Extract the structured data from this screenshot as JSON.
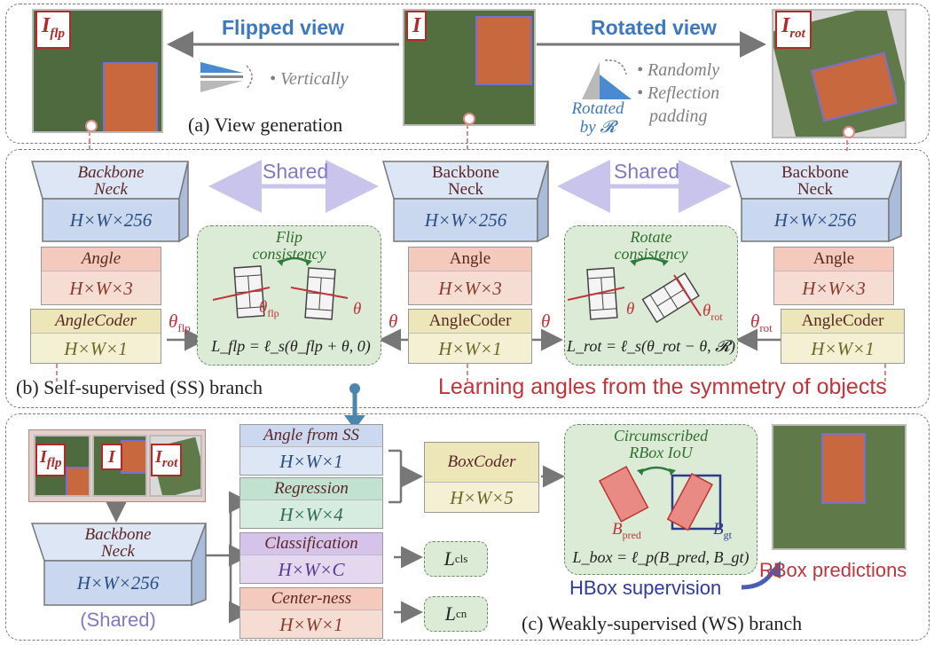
{
  "view_generation": {
    "flipped_label": "Flipped view",
    "rotated_label": "Rotated view",
    "flip_note": "• Vertically",
    "rotate_note_1": "• Randomly",
    "rotate_note_2": "• Reflection",
    "rotate_note_3": "padding",
    "rotated_by_1": "Rotated",
    "rotated_by_2": "by 𝓡",
    "caption": "(a) View generation",
    "tag_flp": "I",
    "tag_flp_sub": "flp",
    "tag_i": "I",
    "tag_rot": "I",
    "tag_rot_sub": "rot"
  },
  "ss_branch": {
    "shared_1": "Shared",
    "shared_2": "Shared",
    "backbone_left": "Backbone\nNeck",
    "backbone_mid": "Backbone\nNeck",
    "backbone_right": "Backbone\nNeck",
    "dim_256": "H×W×256",
    "angle_label": "Angle",
    "dim_3": "H×W×3",
    "anglecoder_label": "AngleCoder",
    "dim_1": "H×W×1",
    "theta_flp": "θ",
    "theta_flp_sub": "flp",
    "theta": "θ",
    "theta_rot_sub": "rot",
    "flip_title": "Flip\nconsistency",
    "rotate_title": "Rotate\nconsistency",
    "loss_flp": "L_flp = ℓ_s(θ_flp + θ, 0)",
    "loss_rot": "L_rot = ℓ_s(θ_rot − θ, 𝓡)",
    "caption": "(b) Self-supervised (SS) branch",
    "learning_caption": "Learning angles from the symmetry of objects"
  },
  "ws_branch": {
    "backbone": "Backbone\nNeck",
    "dim_256": "H×W×256",
    "shared": "(Shared)",
    "angle_from_ss": "Angle from SS",
    "angle_dim": "H×W×1",
    "regression": "Regression",
    "regression_dim": "H×W×4",
    "classification": "Classification",
    "classification_dim": "H×W×C",
    "centerness": "Center-ness",
    "centerness_dim": "H×W×1",
    "boxcoder": "BoxCoder",
    "boxcoder_dim": "H×W×5",
    "l_cls": "L",
    "l_cls_sub": "cls",
    "l_cn": "L",
    "l_cn_sub": "cn",
    "circum_title": "Circumscribed\nRBox IoU",
    "b_pred": "B",
    "b_pred_sub": "pred",
    "b_gt": "B",
    "b_gt_sub": "gt",
    "loss_box": "L_box = ℓ_p(B_pred, B_gt)",
    "hbox_supervision": "HBox supervision",
    "rbox_predictions": "RBox predictions",
    "caption": "(c) Weakly-supervised (WS) branch"
  },
  "colors": {
    "blue_label": "#3b78c0",
    "red_text": "#c0343a",
    "backbone_fill": "#c9d8ee",
    "angle_fill": "#f6ddd4",
    "anglecoder_fill": "#f3f0d4",
    "classification_fill": "#e4d8f0",
    "regression_fill": "#d6ece0",
    "green_panel": "#dcebd6"
  }
}
